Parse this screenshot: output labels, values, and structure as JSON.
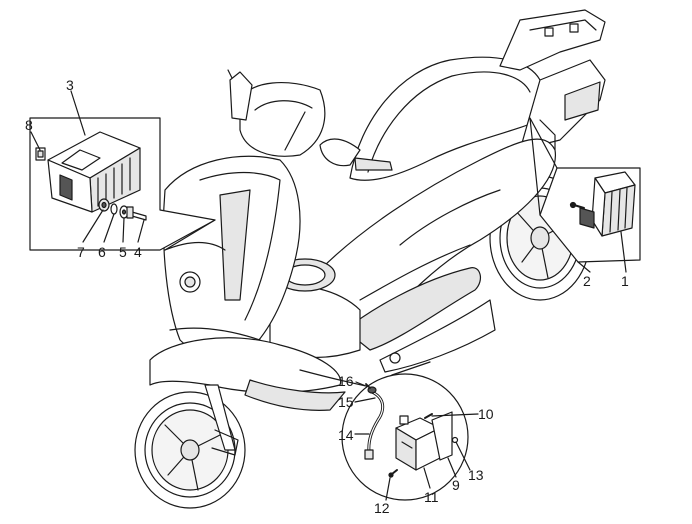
{
  "colors": {
    "line": "#1a1a1a",
    "shade": "#e6e6e6",
    "dark": "#555555",
    "background": "#ffffff"
  },
  "callouts": {
    "n1": "1",
    "n2": "2",
    "n3": "3",
    "n4": "4",
    "n5": "5",
    "n6": "6",
    "n7": "7",
    "n8": "8",
    "n9": "9",
    "n10": "10",
    "n11": "11",
    "n12": "12",
    "n13": "13",
    "n14": "14",
    "n15": "15",
    "n16": "16"
  }
}
